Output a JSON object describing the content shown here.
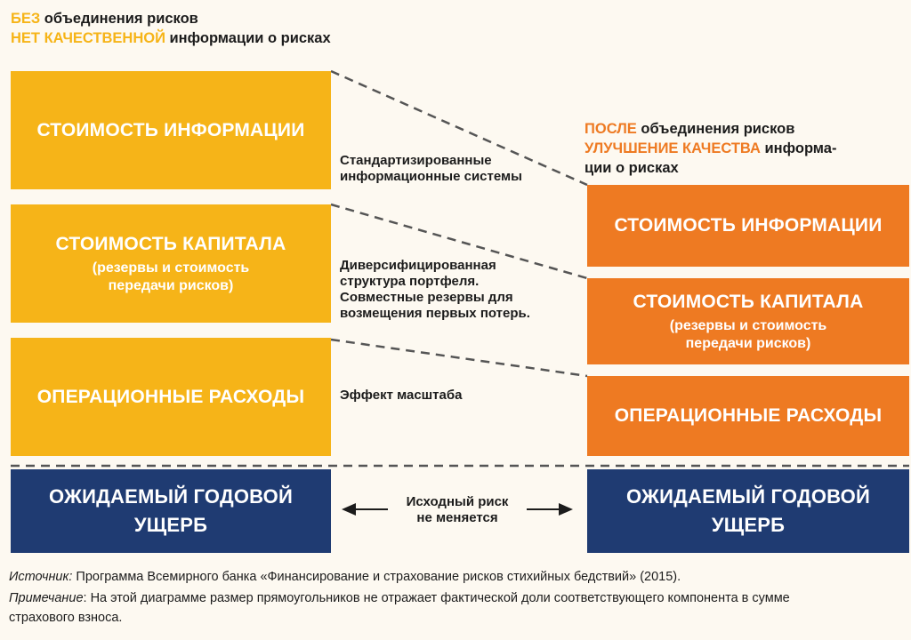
{
  "before_heading": {
    "line1_highlight": "БЕЗ",
    "line1_rest": " объединения рисков",
    "line2_highlight": "НЕТ КАЧЕСТВЕННОЙ",
    "line2_rest": " информации о рисках"
  },
  "after_heading": {
    "line1_highlight": "ПОСЛЕ",
    "line1_rest": " объединения рисков",
    "line2_highlight": "УЛУЧШЕНИЕ КАЧЕСТВА",
    "line2_rest": " информа-",
    "line3": "ции о рисках"
  },
  "left_boxes": {
    "info": {
      "title": "СТОИМОСТЬ ИНФОРМАЦИИ"
    },
    "capital": {
      "title": "СТОИМОСТЬ КАПИТАЛА",
      "sub1": "(резервы и стоимость",
      "sub2": "передачи рисков)"
    },
    "opex": {
      "title": "ОПЕРАЦИОННЫЕ РАСХОДЫ"
    },
    "loss": {
      "line1": "ОЖИДАЕМЫЙ ГОДОВОЙ",
      "line2": "УЩЕРБ"
    }
  },
  "right_boxes": {
    "info": {
      "title": "СТОИМОСТЬ ИНФОРМАЦИИ"
    },
    "capital": {
      "title": "СТОИМОСТЬ КАПИТАЛА",
      "sub1": "(резервы и стоимость",
      "sub2": "передачи рисков)"
    },
    "opex": {
      "title": "ОПЕРАЦИОННЫЕ РАСХОДЫ"
    },
    "loss": {
      "line1": "ОЖИДАЕМЫЙ ГОДОВОЙ",
      "line2": "УЩЕРБ"
    }
  },
  "middle_notes": {
    "info": {
      "line1": "Стандартизированные",
      "line2": "информационные системы"
    },
    "capital": {
      "line1": "Диверсифицированная",
      "line2": "структура портфеля.",
      "line3": "Совместные резервы для",
      "line4": "возмещения первых потерь."
    },
    "opex": {
      "line1": "Эффект масштаба"
    },
    "loss": {
      "line1": "Исходный риск",
      "line2": "не меняется"
    }
  },
  "footer": {
    "source_label": "Источник:",
    "source_text": " Программа Всемирного банка «Финансирование и страхование рисков стихийных бедствий» (2015).",
    "note_label": "Примечание",
    "note_text1": ": На этой диаграмме размер прямоугольников не отражает фактической доли соответствующего компонента в сумме",
    "note_text2": "страхового взноса."
  },
  "colors": {
    "yellow": "#f6b418",
    "orange": "#ee7a22",
    "navy": "#1f3b72",
    "background": "#fdf9f1"
  }
}
